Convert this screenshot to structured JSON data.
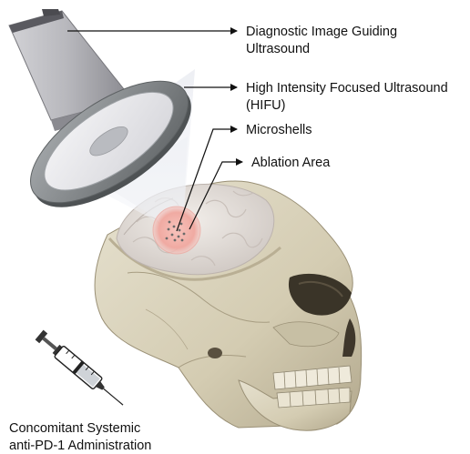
{
  "labels": {
    "imaging_probe": [
      "Diagnostic Image Guiding",
      "Ultrasound"
    ],
    "hifu": [
      "High Intensity Focused Ultrasound",
      "(HIFU)"
    ],
    "microshells": "Microshells",
    "ablation": "Ablation Area",
    "treatment": [
      "Concomitant Systemic",
      "anti-PD-1 Administration"
    ]
  },
  "icons": [
    "ultrasound-probe-icon",
    "hifu-transducer-icon",
    "skull-icon",
    "brain-icon",
    "syringe-icon"
  ],
  "colors": {
    "probe_body": "#a8a8ac",
    "transducer_rim": "#7c8082",
    "skull_bone": "#d8d2bc",
    "brain_tissue": "#e6e0dc",
    "ablation_zone": "#f2b3ac",
    "label_text": "#111111"
  }
}
